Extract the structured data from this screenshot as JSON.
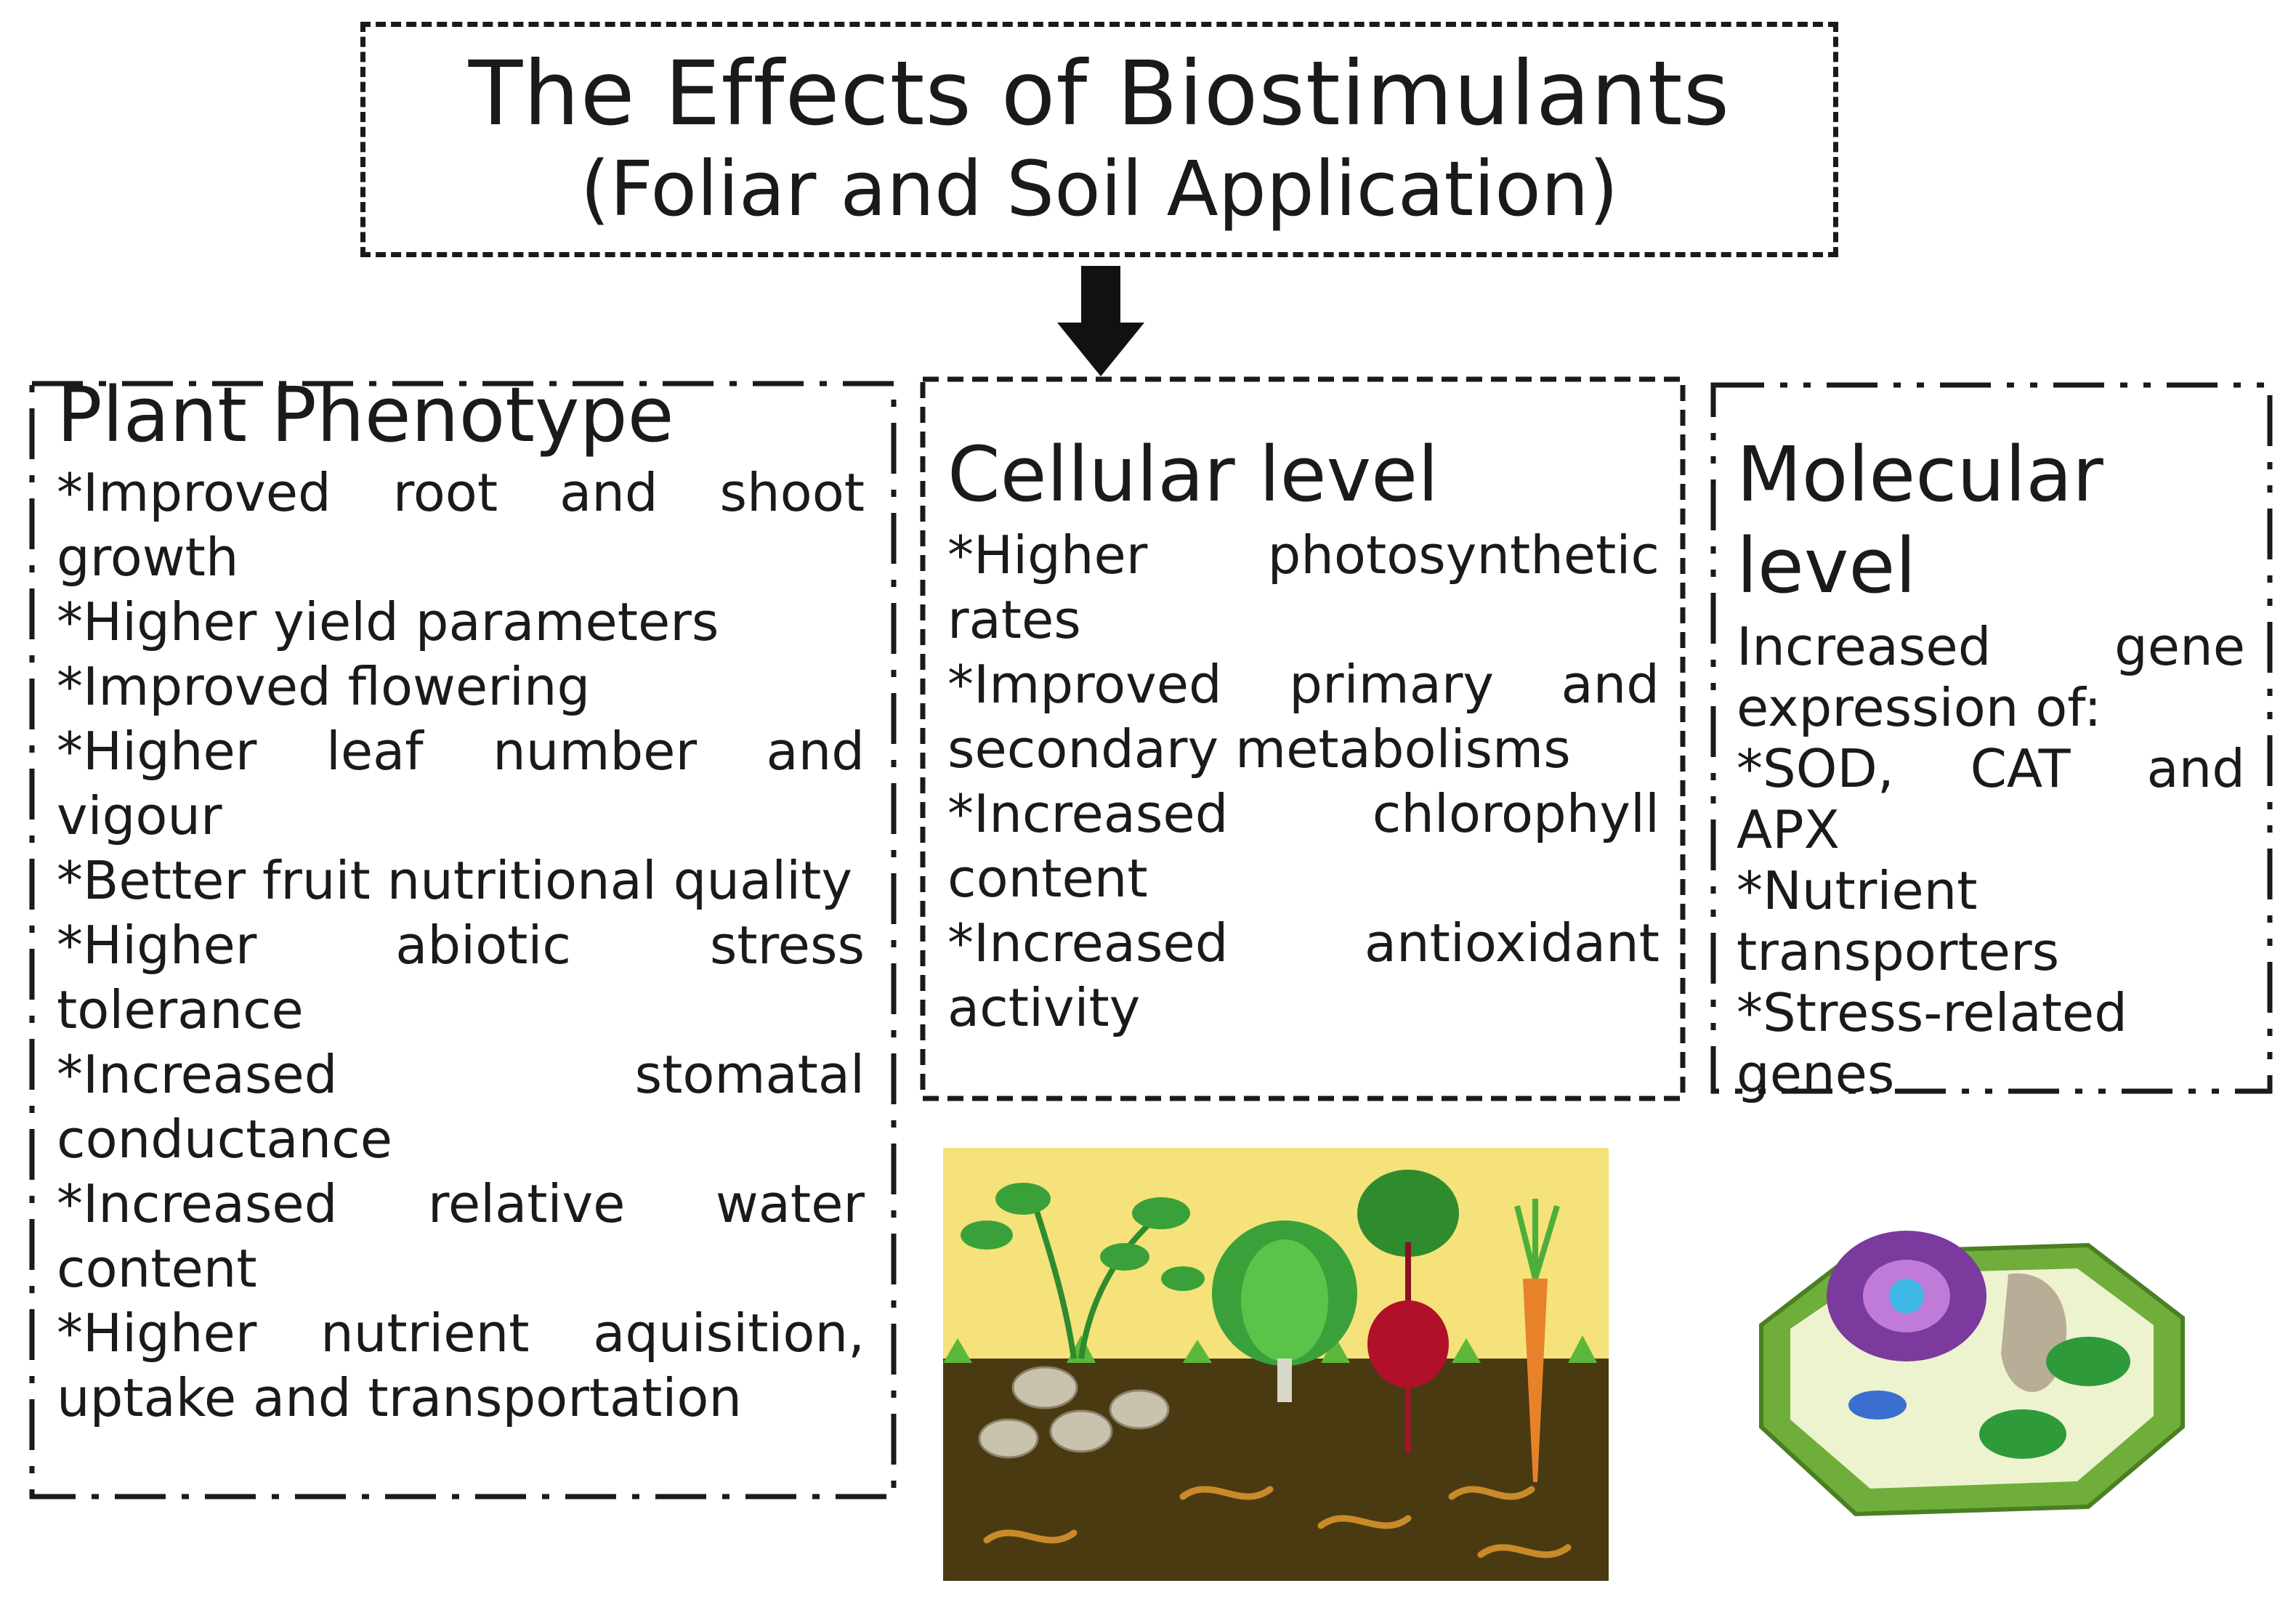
{
  "title": {
    "line1": "The Effects of Biostimulants",
    "line2": "(Foliar and Soil Application)"
  },
  "panels": {
    "phenotype": {
      "title": "Plant Phenotype",
      "items": [
        "*Improved root and shoot growth",
        "*Higher yield parameters",
        "*Improved flowering",
        "*Higher leaf number and vigour",
        "*Better fruit nutritional quality",
        "*Higher abiotic stress tolerance",
        "*Increased stomatal conductance",
        "*Increased relative water content",
        "*Higher nutrient aquisition, uptake and transportation"
      ]
    },
    "cellular": {
      "title": "Cellular level",
      "items": [
        "*Higher photosynthetic rates",
        "*Improved primary and secondary metabolisms",
        "*Increased chlorophyll content",
        "*Increased antioxidant activity"
      ]
    },
    "molecular": {
      "title": "Molecular level",
      "items": [
        "Increased gene expression of:",
        "*SOD, CAT and APX",
        "*Nutrient transporters",
        "*Stress-related genes"
      ]
    }
  },
  "colors": {
    "soil": "#4a3a12",
    "sky": "#f5e27a",
    "leaf_green": "#3aa13a",
    "beet": "#b0102a",
    "carrot": "#e8822a",
    "cell_wall": "#6fae3a"
  },
  "icons": [
    "down-arrow-icon",
    "soil-vegetables-illustration",
    "plant-cell-illustration"
  ]
}
